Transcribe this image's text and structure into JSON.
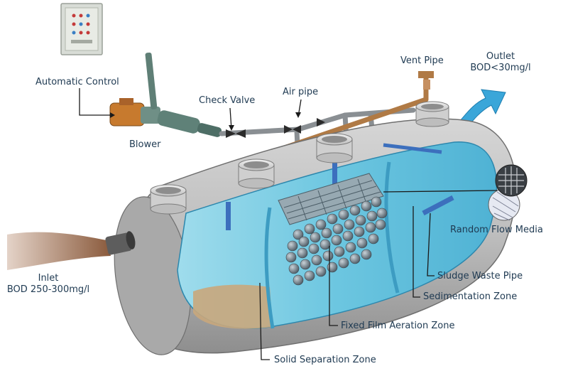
{
  "labels": {
    "automatic_control": "Automatic Control",
    "blower": "Blower",
    "check_valve": "Check Valve",
    "air_pipe": "Air pipe",
    "vent_pipe": "Vent Pipe",
    "outlet_title": "Outlet",
    "outlet_bod": "BOD<30mg/l",
    "random_flow_media": "Random Flow Media",
    "sludge_waste_pipe": "Sludge Waste Pipe",
    "sedimentation_zone": "Sedimentation Zone",
    "fixed_film_aeration_zone": "Fixed Film Aeration Zone",
    "solid_separation_zone": "Solid Separation Zone",
    "inlet_title": "Inlet",
    "inlet_bod": "BOD 250-300mg/l"
  },
  "colors": {
    "label_text": "#1f3a52",
    "tank_shell": "#b9b9b9",
    "water": "#7fd0e6",
    "air_pipe": "#8a8f93",
    "vent_pipe": "#b07a45",
    "inlet_stream": "#9b6b4c",
    "outlet_arrow": "#3aa6d9",
    "leader_line": "#1a1a1a"
  }
}
